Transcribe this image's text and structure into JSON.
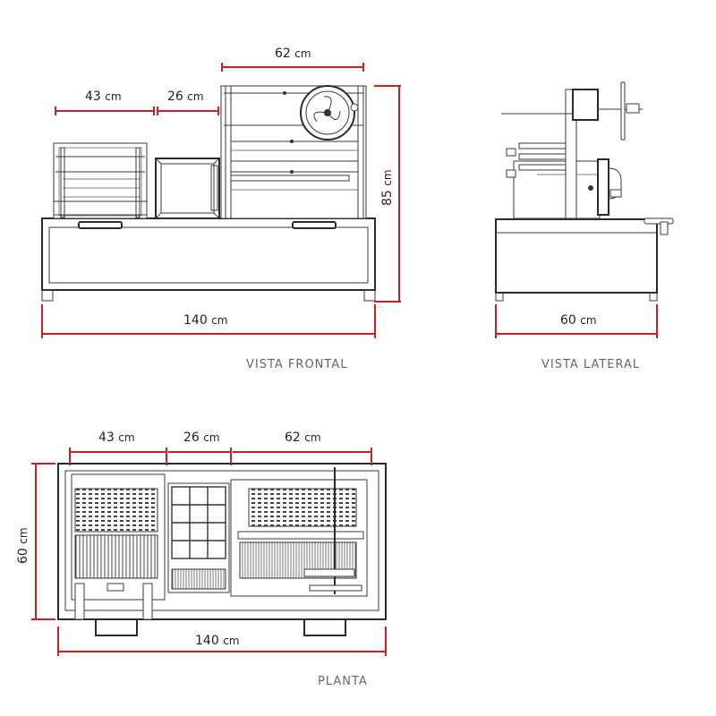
{
  "views": {
    "front": "VISTA FRONTAL",
    "side": "VISTA LATERAL",
    "plan": "PLANTA"
  },
  "unit": "cm",
  "dimensions": {
    "front_a": "43",
    "front_b": "26",
    "front_c": "62",
    "front_height": "85",
    "front_width": "140",
    "side_depth": "60",
    "plan_a": "43",
    "plan_b": "26",
    "plan_c": "62",
    "plan_depth": "60",
    "plan_width": "140"
  },
  "colors": {
    "dimension": "#cc1f24",
    "outline": "#333333",
    "label": "#666666"
  }
}
